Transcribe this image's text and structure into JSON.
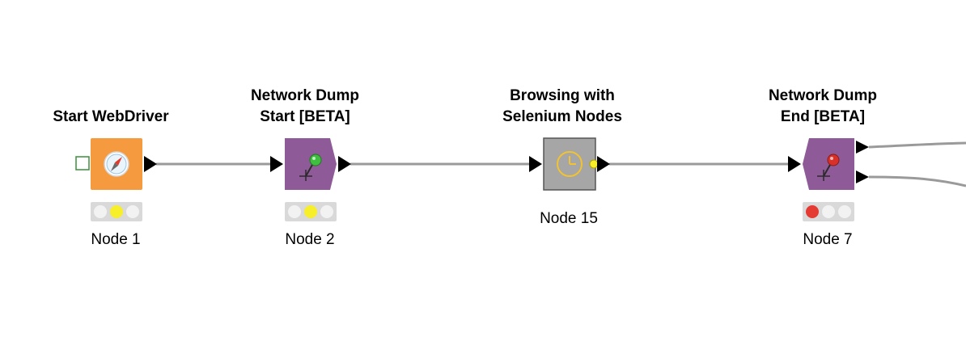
{
  "workflow": {
    "nodes": [
      {
        "id": "node-1",
        "title_lines": [
          "Start WebDriver"
        ],
        "label": "Node 1",
        "color": "#f59a3e",
        "icon": "compass-icon",
        "status": [
          "off",
          "yellow",
          "off"
        ]
      },
      {
        "id": "node-2",
        "title_lines": [
          "Network Dump",
          "Start [BETA]"
        ],
        "label": "Node 2",
        "color": "#8e5a97",
        "icon": "pin-green-icon",
        "status": [
          "off",
          "yellow",
          "off"
        ]
      },
      {
        "id": "node-15",
        "title_lines": [
          "Browsing with",
          "Selenium Nodes"
        ],
        "label": "Node 15",
        "color": "#a6a6a6",
        "icon": "clock-icon",
        "status": null
      },
      {
        "id": "node-7",
        "title_lines": [
          "Network Dump",
          "End [BETA]"
        ],
        "label": "Node 7",
        "color": "#8e5a97",
        "icon": "pin-red-icon",
        "status": [
          "red",
          "off",
          "off"
        ]
      }
    ],
    "colors": {
      "wire": "#9a9a9a",
      "port": "#000000",
      "input_port_outline": "#3a8f3a",
      "flow_port": "#f6ef2a"
    }
  }
}
